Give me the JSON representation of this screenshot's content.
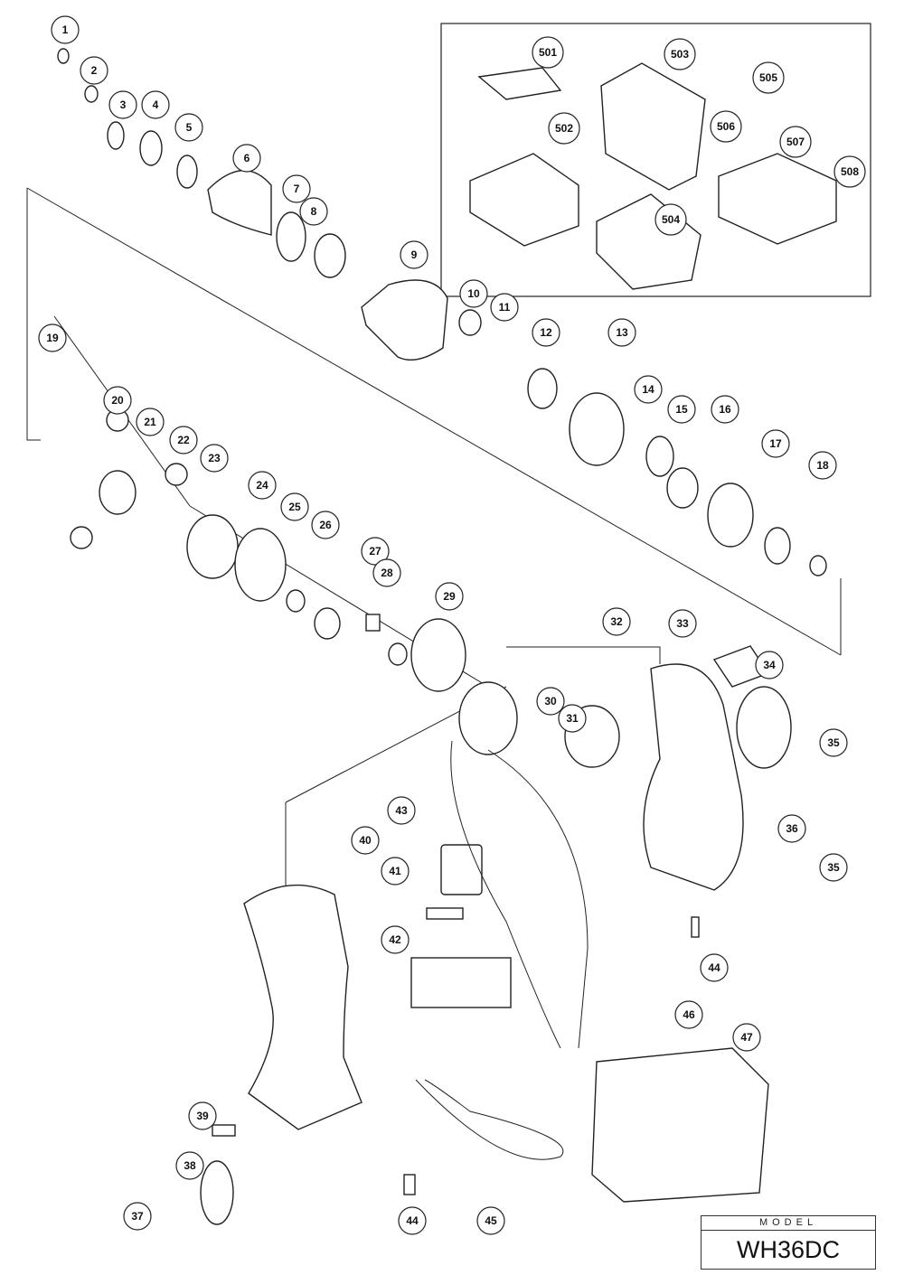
{
  "callouts": [
    "1",
    "2",
    "3",
    "4",
    "5",
    "6",
    "7",
    "8",
    "9",
    "10",
    "11",
    "12",
    "13",
    "14",
    "15",
    "16",
    "17",
    "18",
    "19",
    "20",
    "21",
    "22",
    "23",
    "24",
    "25",
    "26",
    "27",
    "28",
    "29",
    "30",
    "31",
    "32",
    "33",
    "34",
    "35",
    "35",
    "36",
    "37",
    "38",
    "39",
    "40",
    "41",
    "42",
    "43",
    "44",
    "44",
    "45",
    "46",
    "47",
    "501",
    "502",
    "503",
    "504",
    "505",
    "506",
    "507",
    "508"
  ],
  "model": {
    "label": "MODEL",
    "value": "WH36DC"
  }
}
